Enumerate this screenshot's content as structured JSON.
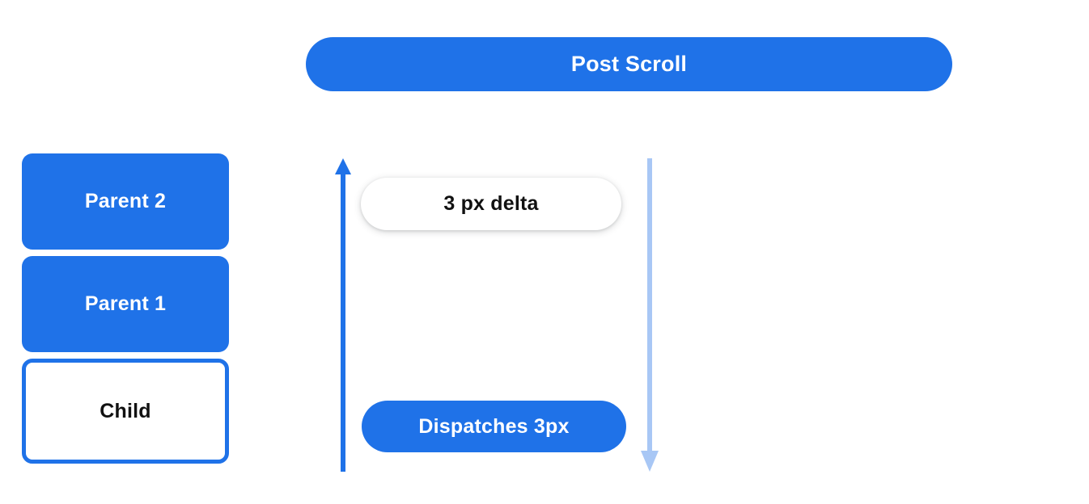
{
  "colors": {
    "blue": "#1f72e8",
    "light_blue": "#a8c7f5",
    "white": "#ffffff",
    "text_dark": "#111111"
  },
  "header": {
    "title": "Post Scroll"
  },
  "stack": {
    "boxes": [
      {
        "label": "Parent 2",
        "style": "filled"
      },
      {
        "label": "Parent 1",
        "style": "filled"
      },
      {
        "label": "Child",
        "style": "outlined"
      }
    ]
  },
  "arrows": [
    {
      "name": "scroll-up-arrow",
      "direction": "up",
      "color": "#1f72e8"
    },
    {
      "name": "scroll-down-arrow",
      "direction": "down",
      "color": "#a8c7f5"
    }
  ],
  "pills": {
    "delta": {
      "label": "3 px delta"
    },
    "dispatch": {
      "label": "Dispatches 3px"
    }
  }
}
